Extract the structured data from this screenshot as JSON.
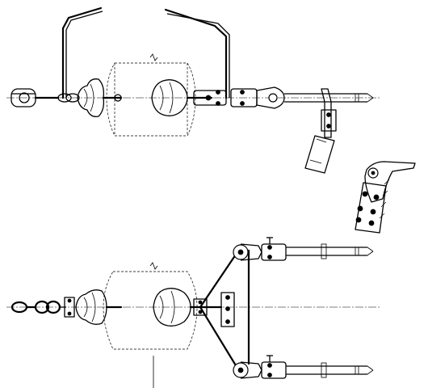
{
  "figure": {
    "views": [
      {
        "id": "side-view"
      },
      {
        "id": "detail-view"
      },
      {
        "id": "plan-view"
      }
    ]
  }
}
